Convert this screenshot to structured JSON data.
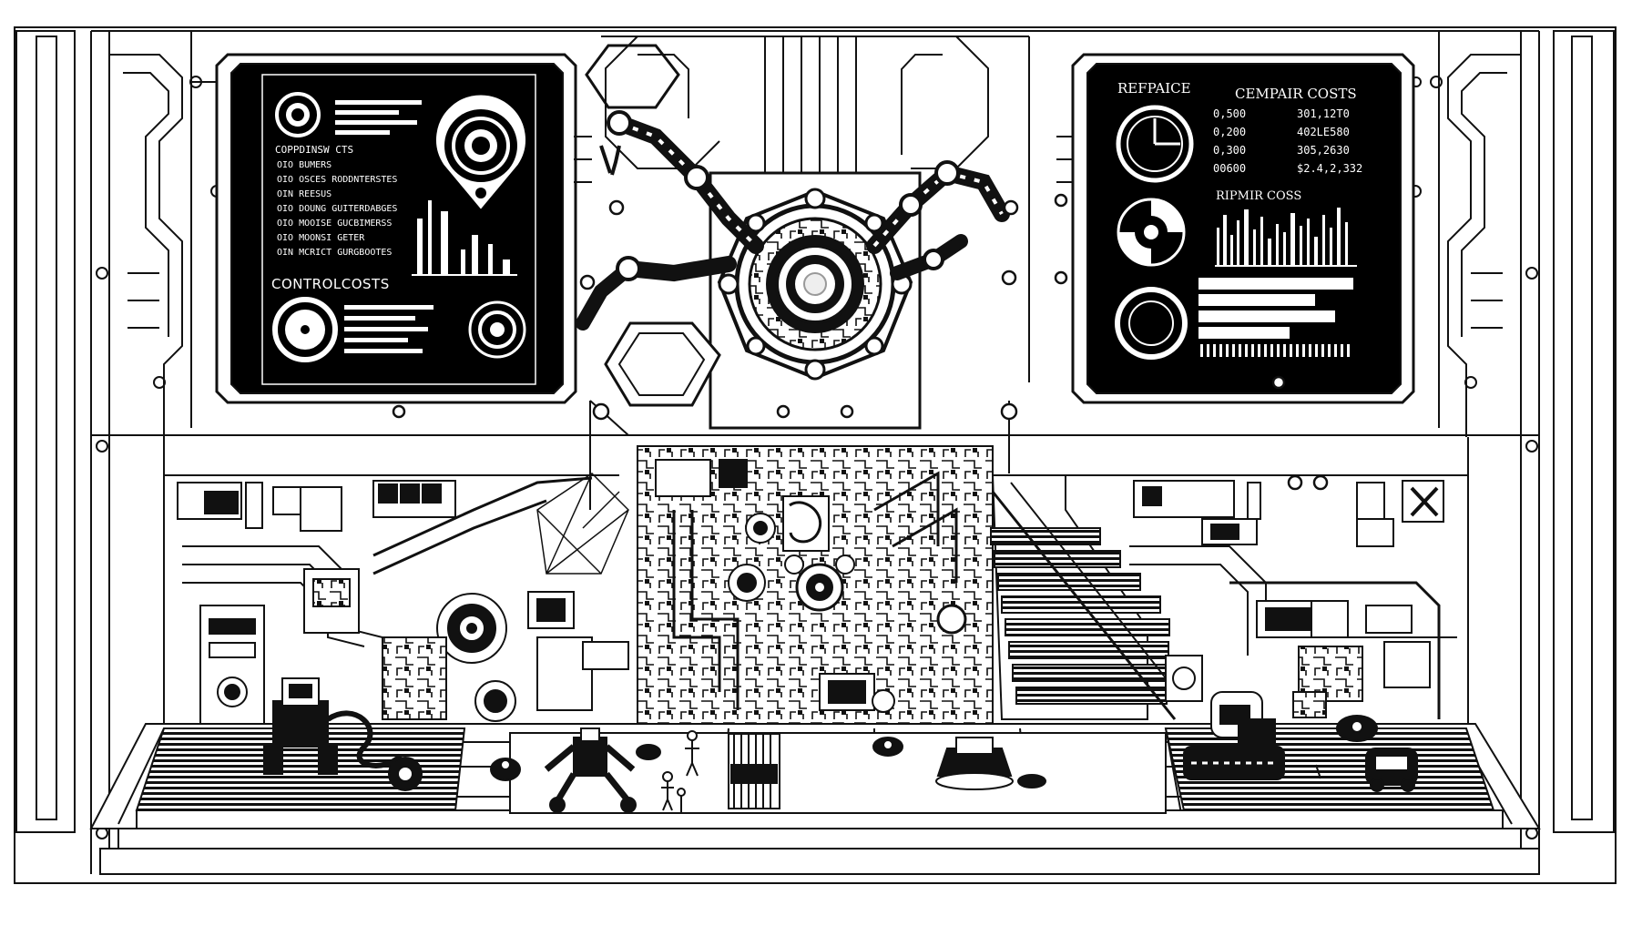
{
  "left_panel": {
    "title": "COPPDINSW CTS",
    "items": [
      "OIO BUMERS",
      "OIO OSCES RODDNTERSTES",
      "OIN REESUS",
      "OIO DOUNG GUITERDABGES",
      "OIO MOOISE GUCBIMERSS",
      "OIO MOONSI GETER",
      "OIN MCRICT GURGBOOTES"
    ],
    "subtitle": "CONTROLCOSTS"
  },
  "right_panel": {
    "label": "REFPAICE",
    "header": "CEMPAIR COSTS",
    "rows": [
      [
        "0,500",
        "301,12T0"
      ],
      [
        "0,200",
        "402LE580"
      ],
      [
        "0,300",
        "305,2630"
      ],
      [
        "00600",
        "$2.4,2,332"
      ]
    ],
    "subheader": "RIPMIR COSS"
  },
  "colors": {
    "ink": "#000000",
    "paper": "#ffffff",
    "panel": "#000000"
  }
}
